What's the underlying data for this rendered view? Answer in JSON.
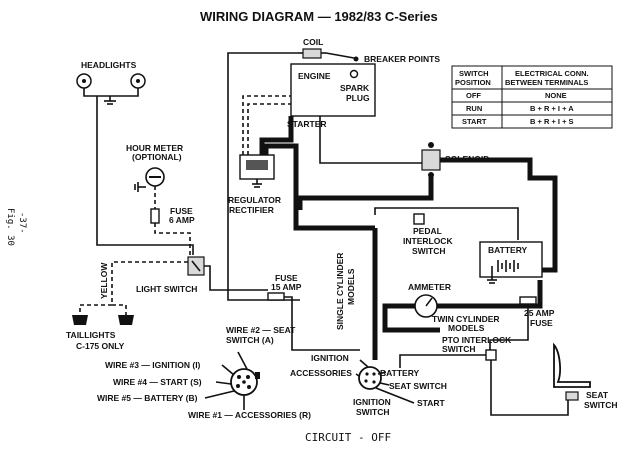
{
  "title": "WIRING DIAGRAM — 1982/83 C-Series",
  "side_text": {
    "fig": "Fig. 30",
    "page": "-37-"
  },
  "labels": {
    "coil": "COIL",
    "breaker_points": "BREAKER POINTS",
    "engine": "ENGINE",
    "spark": "SPARK",
    "plug": "PLUG",
    "starter": "STARTER",
    "headlights": "HEADLIGHTS",
    "hour_meter": "HOUR METER",
    "optional": "(OPTIONAL)",
    "fuse": "FUSE",
    "six_amp": "6 AMP",
    "regulator": "REGULATOR",
    "rectifier": "RECTIFIER",
    "yellow": "YELLOW",
    "light_switch": "LIGHT SWITCH",
    "fuse2": "FUSE",
    "fifteen_amp": "15 AMP",
    "taillights": "TAILLIGHTS",
    "c175_only": "C-175 ONLY",
    "wire2_a": "WIRE #2 — SEAT",
    "wire2_b": "SWITCH (A)",
    "wire3": "WIRE #3 — IGNITION (I)",
    "wire4": "WIRE #4 — START (S)",
    "wire5": "WIRE #5 — BATTERY (B)",
    "wire1": "WIRE #1 — ACCESSORIES (R)",
    "ignition": "IGNITION",
    "accessories": "ACCESSORIES",
    "battery_term": "BATTERY",
    "seat_switch_term": "SEAT SWITCH",
    "start_term": "START",
    "ignition_switch_a": "IGNITION",
    "ignition_switch_b": "SWITCH",
    "solenoid": "SOLENOID",
    "pedal": "PEDAL",
    "interlock": "INTERLOCK",
    "switch": "SWITCH",
    "battery": "BATTERY",
    "single_cyl_a": "SINGLE CYLINDER",
    "single_cyl_b": "MODELS",
    "ammeter": "AMMETER",
    "twin_cyl_a": "TWIN CYLINDER",
    "twin_cyl_b": "MODELS",
    "twentyfive_amp": "25 AMP",
    "fuse3": "FUSE",
    "pto_a": "PTO INTERLOCK",
    "pto_b": "SWITCH",
    "seat": "SEAT",
    "seat_switch": "SWITCH",
    "circuit_off": "CIRCUIT - OFF"
  },
  "switch_table": {
    "headers": [
      [
        "SWITCH",
        "POSITION"
      ],
      [
        "ELECTRICAL CONN.",
        "BETWEEN TERMINALS"
      ]
    ],
    "rows": [
      [
        "OFF",
        "NONE"
      ],
      [
        "RUN",
        "B + R + I + A"
      ],
      [
        "START",
        "B + R + I + S"
      ]
    ]
  }
}
